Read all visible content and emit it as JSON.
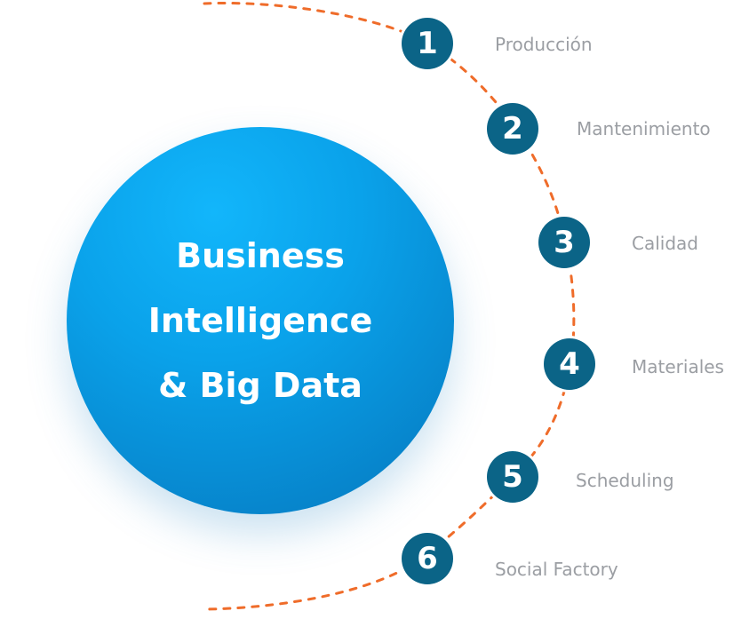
{
  "hub": {
    "line1": "Business",
    "line2": "Intelligence",
    "line3": "& Big Data"
  },
  "steps": [
    {
      "number": "1",
      "label": "Producción"
    },
    {
      "number": "2",
      "label": "Mantenimiento"
    },
    {
      "number": "3",
      "label": "Calidad"
    },
    {
      "number": "4",
      "label": "Materiales"
    },
    {
      "number": "5",
      "label": "Scheduling"
    },
    {
      "number": "6",
      "label": "Social Factory"
    }
  ],
  "colors": {
    "hub_blue": "#0aa2ea",
    "badge_teal": "#0b6487",
    "dashed_orange": "#ef6c2a",
    "label_gray": "#9b9ea3"
  }
}
